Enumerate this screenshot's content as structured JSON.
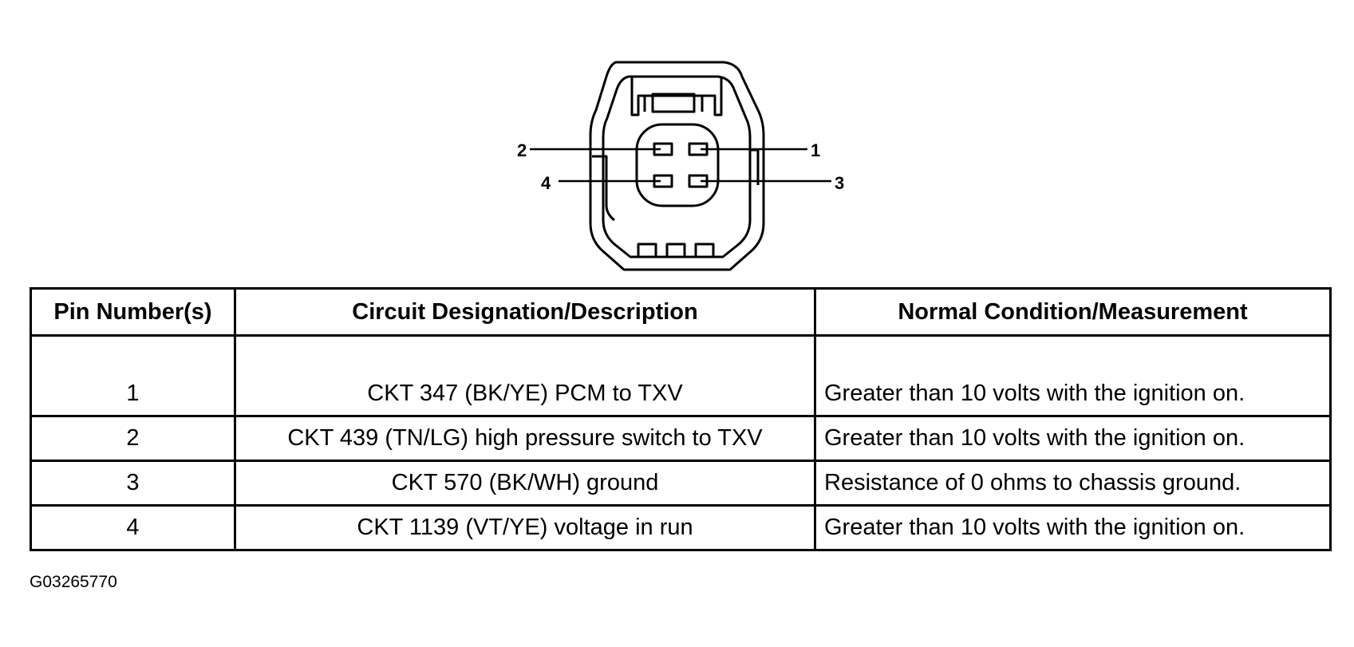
{
  "diagram": {
    "pin_labels": [
      "1",
      "2",
      "3",
      "4"
    ]
  },
  "table": {
    "headers": [
      "Pin Number(s)",
      "Circuit Designation/Description",
      "Normal Condition/Measurement"
    ],
    "rows": [
      {
        "pin": "1",
        "circuit": "CKT 347 (BK/YE) PCM to TXV",
        "condition": "Greater than 10 volts with the ignition on."
      },
      {
        "pin": "2",
        "circuit": "CKT 439 (TN/LG) high pressure switch to TXV",
        "condition": "Greater than 10 volts with the ignition on."
      },
      {
        "pin": "3",
        "circuit": "CKT 570 (BK/WH) ground",
        "condition": "Resistance of 0 ohms to chassis ground."
      },
      {
        "pin": "4",
        "circuit": "CKT 1139 (VT/YE) voltage in run",
        "condition": "Greater than 10 volts with the ignition on."
      }
    ]
  },
  "figure_id": "G03265770"
}
